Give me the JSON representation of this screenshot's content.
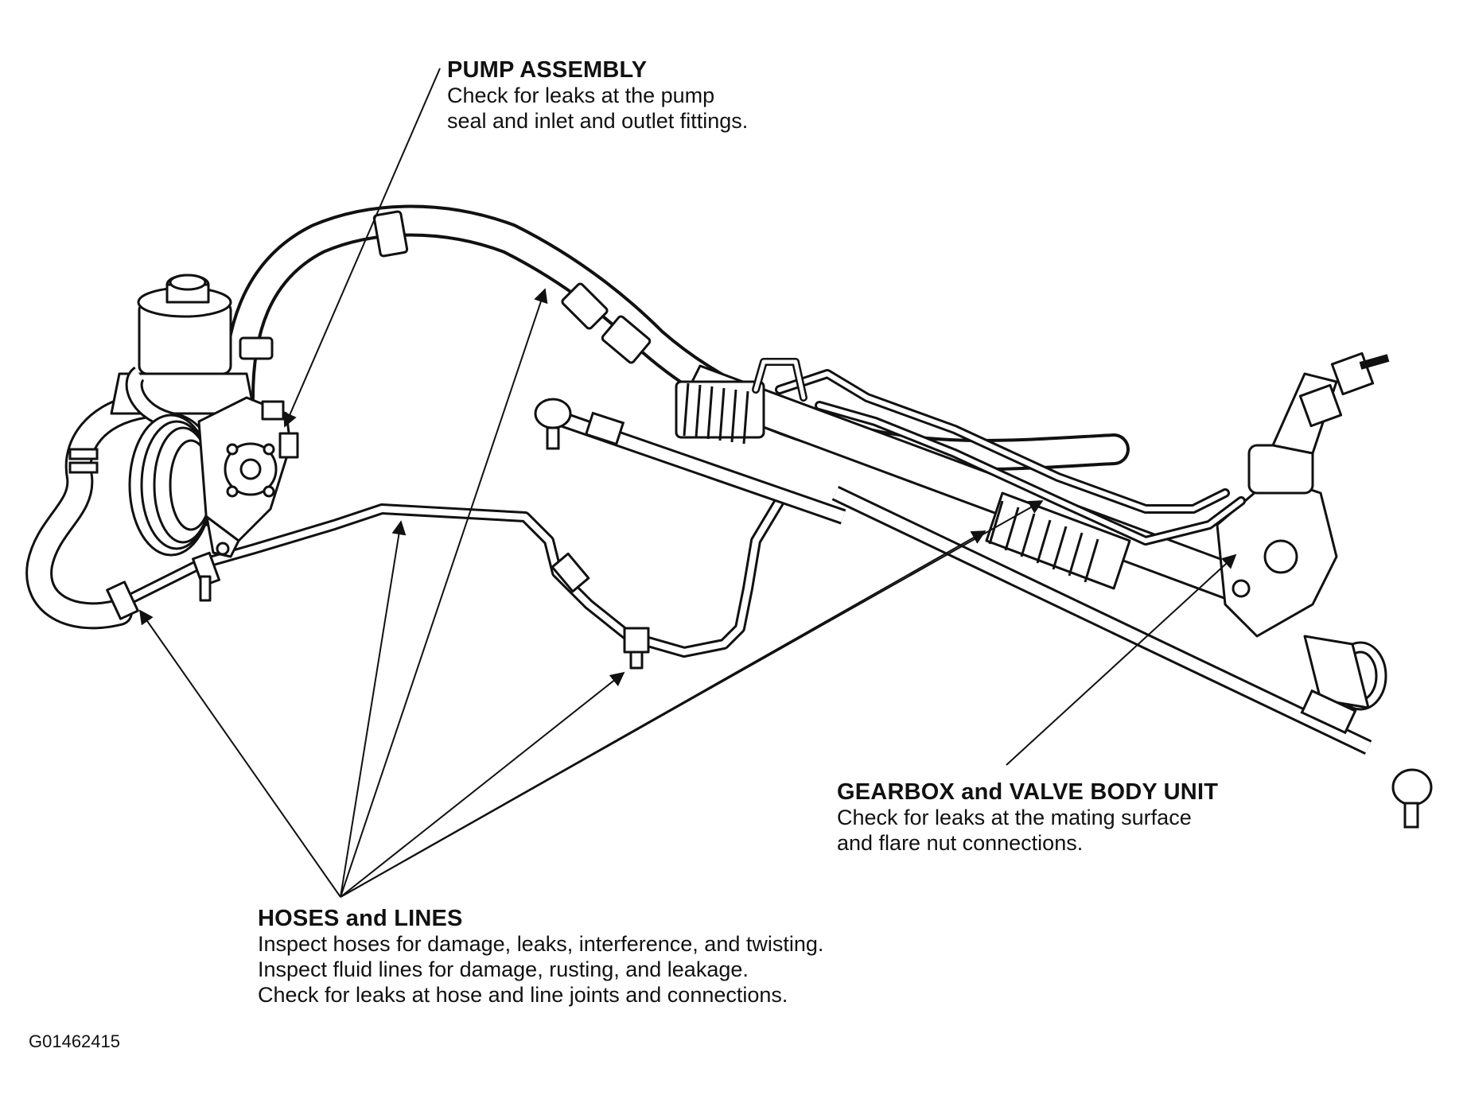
{
  "callouts": {
    "pump": {
      "title": "PUMP ASSEMBLY",
      "lines": [
        "Check for leaks at the pump",
        "seal and inlet and outlet fittings."
      ]
    },
    "gearbox": {
      "title": "GEARBOX and VALVE BODY UNIT",
      "lines": [
        "Check for leaks at the mating surface",
        "and flare nut connections."
      ]
    },
    "hoses": {
      "title": "HOSES and LINES",
      "lines": [
        "Inspect hoses for damage, leaks, interference, and twisting.",
        "Inspect fluid lines for damage, rusting, and leakage.",
        "Check for leaks at hose and line joints and connections."
      ]
    }
  },
  "figure_code": "G01462415",
  "colors": {
    "ink": "#111111",
    "paper": "#ffffff"
  }
}
